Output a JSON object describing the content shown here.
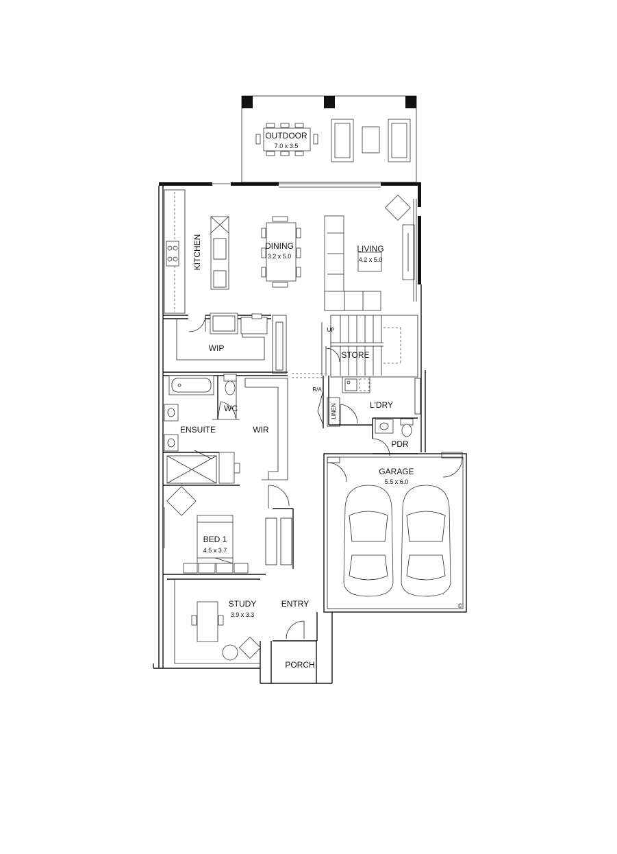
{
  "rooms": {
    "outdoor": {
      "name": "OUTDOOR",
      "size": "7.0 x 3.5"
    },
    "kitchen": {
      "name": "KITCHEN"
    },
    "dining": {
      "name": "DINING",
      "size": "3.2 x 5.0"
    },
    "living": {
      "name": "LIVING",
      "size": "4.2 x 5.0"
    },
    "wip": {
      "name": "WIP"
    },
    "store": {
      "name": "STORE"
    },
    "wc": {
      "name": "WC"
    },
    "ensuite": {
      "name": "ENSUITE"
    },
    "wir": {
      "name": "WIR"
    },
    "ldry": {
      "name": "L'DRY"
    },
    "linen": {
      "name": "LINEN"
    },
    "pdr": {
      "name": "PDR"
    },
    "ra": {
      "name": "R/A"
    },
    "garage": {
      "name": "GARAGE",
      "size": "5.5 x 6.0"
    },
    "bed1": {
      "name": "BED 1",
      "size": "4.5 x 3.7"
    },
    "study": {
      "name": "STUDY",
      "size": "3.9 x 3.3"
    },
    "entry": {
      "name": "ENTRY"
    },
    "porch": {
      "name": "PORCH"
    }
  },
  "stair_marker": "UP",
  "copyright_symbol": "©"
}
